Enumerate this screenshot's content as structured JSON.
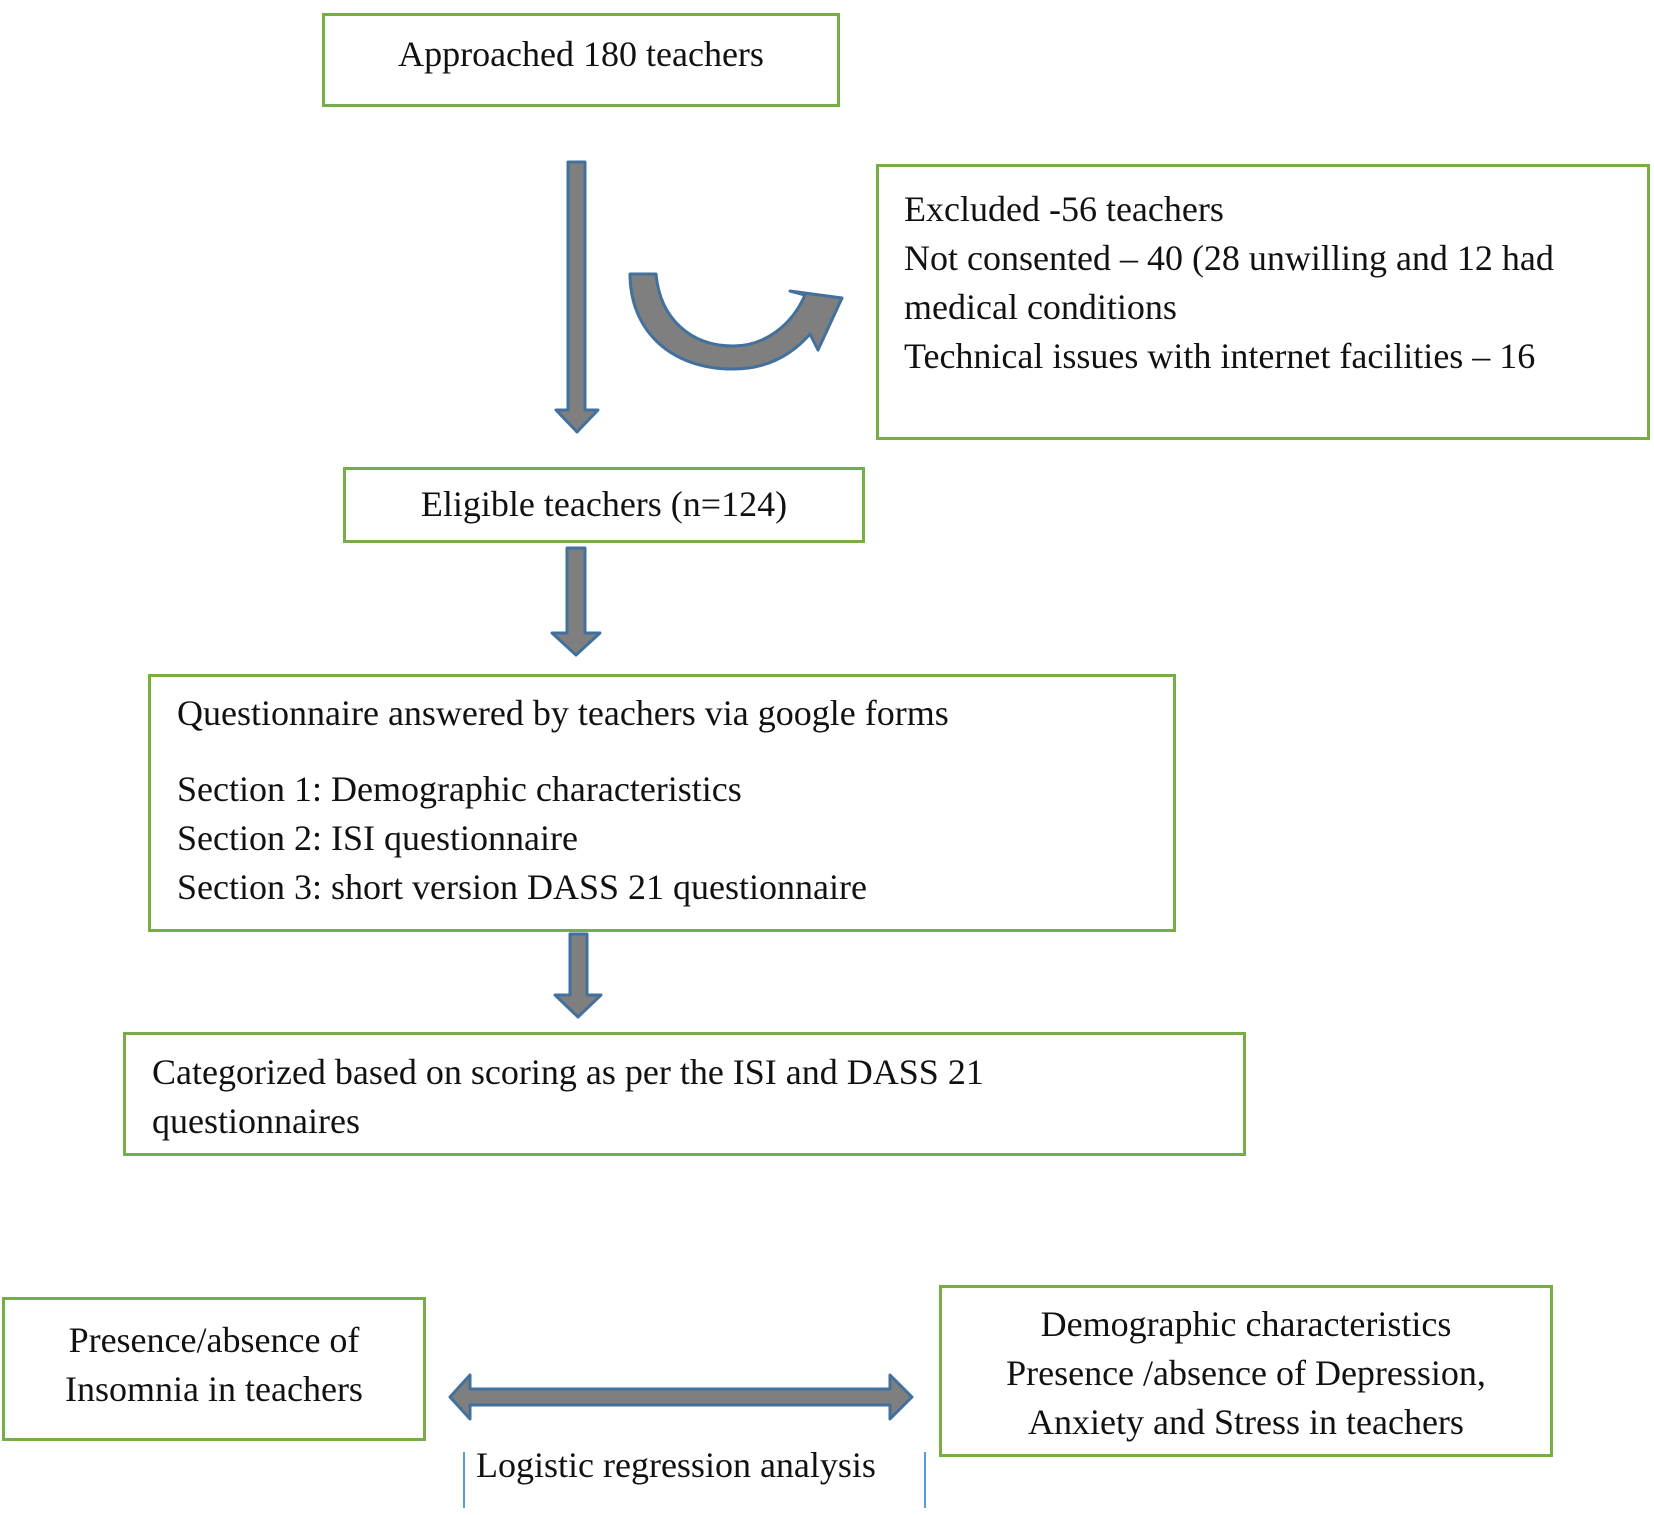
{
  "approached": {
    "text": "Approached 180 teachers"
  },
  "excluded": {
    "lines": [
      "Excluded -56 teachers",
      "Not consented – 40 (28 unwilling and 12 had medical conditions",
      "Technical issues with internet facilities – 16"
    ]
  },
  "eligible": {
    "text": "Eligible teachers (n=124)"
  },
  "questionnaire": {
    "heading": "Questionnaire answered by teachers via google forms",
    "sections": [
      "Section 1: Demographic characteristics",
      "Section 2: ISI questionnaire",
      "Section 3: short version DASS 21 questionnaire"
    ]
  },
  "categorized": {
    "text": "Categorized based on scoring as per the ISI and DASS 21 questionnaires"
  },
  "insomnia": {
    "lines": [
      "Presence/absence of",
      "Insomnia in teachers"
    ]
  },
  "predictors": {
    "lines": [
      "Demographic characteristics",
      "Presence /absence of Depression,",
      "Anxiety and Stress in teachers"
    ]
  },
  "regression": {
    "label": "Logistic regression analysis"
  },
  "colors": {
    "box_border": "#77ad47",
    "arrow_fill": "#7f7f7f",
    "arrow_stroke": "#41719c",
    "label_bracket": "#5b9bd5"
  }
}
